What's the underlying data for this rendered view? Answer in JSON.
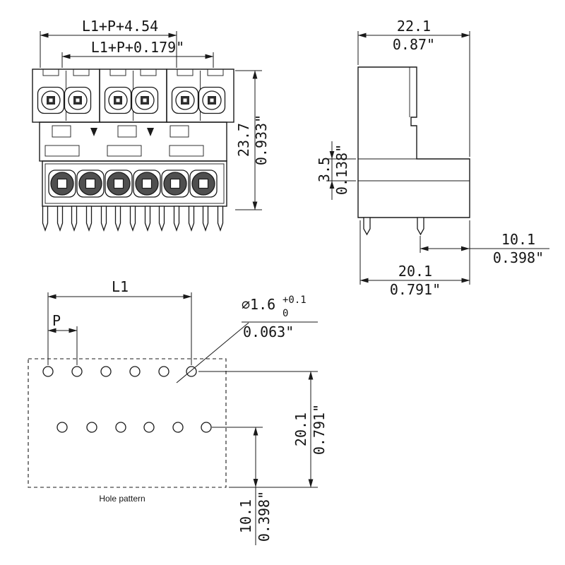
{
  "front_view": {
    "dim_width_mm": "L1+P+4.54",
    "dim_width_in": "L1+P+0.179\"",
    "dim_height_mm": "23.7",
    "dim_height_in": "0.933\""
  },
  "side_view": {
    "dim_depth_mm": "22.1",
    "dim_depth_in": "0.87\"",
    "dim_standoff_mm": "3.5",
    "dim_standoff_in": "0.138\"",
    "dim_pin_to_edge_mm": "10.1",
    "dim_pin_to_edge_in": "0.398\"",
    "dim_base_mm": "20.1",
    "dim_base_in": "0.791\""
  },
  "hole_pattern": {
    "caption": "Hole pattern",
    "dim_l1": "L1",
    "dim_pitch": "P",
    "hole_dia_mm": "∅1.6",
    "hole_tol_upper": "+0.1",
    "hole_tol_lower": "0",
    "hole_dia_in": "0.063\"",
    "dim_rows_mm": "20.1",
    "dim_rows_in": "0.791\"",
    "dim_offset_mm": "10.1",
    "dim_offset_in": "0.398\""
  }
}
